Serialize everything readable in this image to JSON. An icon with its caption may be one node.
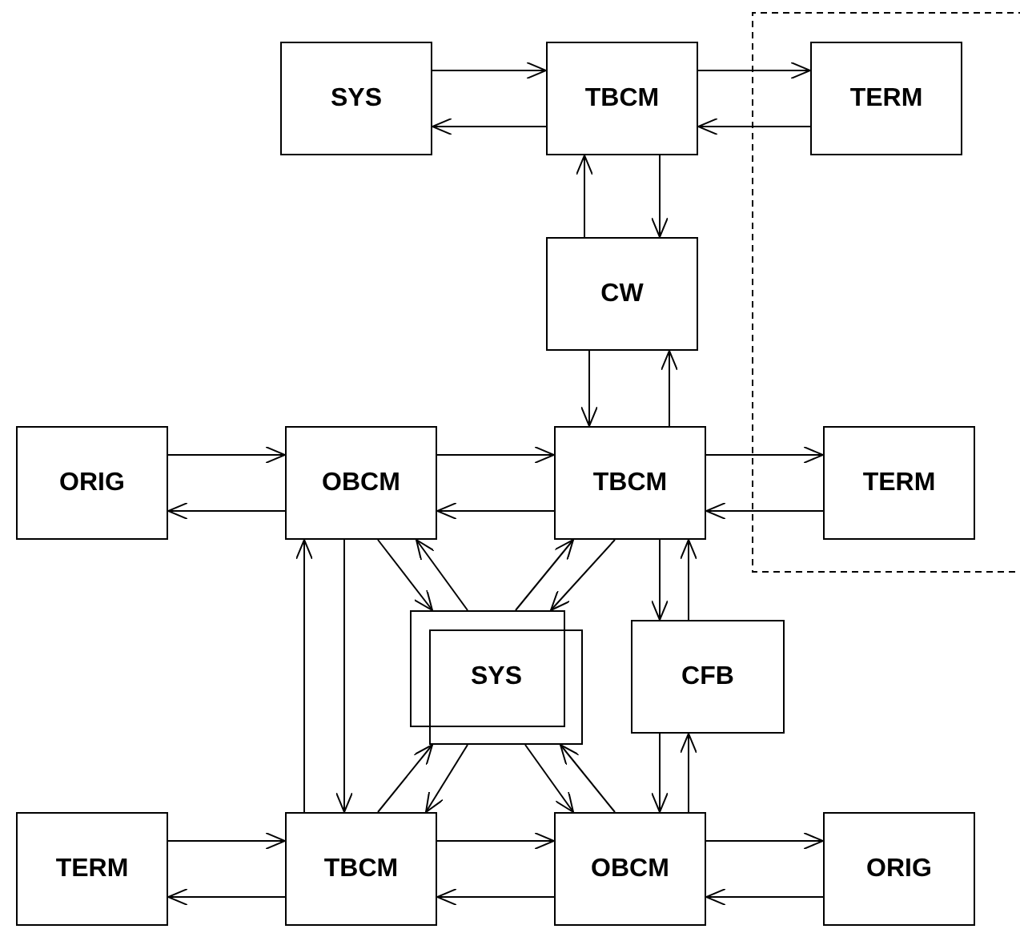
{
  "diagram": {
    "nodes": [
      {
        "text": [
          "SYS"
        ]
      },
      {
        "text": [
          "TBCM"
        ]
      },
      {
        "text": [
          "TERM"
        ]
      },
      {
        "text": [
          "CW"
        ]
      },
      {
        "text": [
          "ORIG"
        ]
      },
      {
        "text": [
          "OBCM"
        ]
      },
      {
        "text": [
          "TBCM"
        ]
      },
      {
        "text": [
          "TERM"
        ]
      },
      {
        "text": [
          "SYS"
        ]
      },
      {
        "text": [
          "CFB"
        ]
      },
      {
        "text": [
          "TERM"
        ]
      },
      {
        "text": [
          "TBCM"
        ]
      },
      {
        "text": [
          "OBCM"
        ]
      },
      {
        "text": [
          "ORIG"
        ]
      }
    ],
    "edges": [
      {
        "from": 0,
        "to": 1,
        "arrow": "to"
      },
      {
        "from": 1,
        "to": 0,
        "arrow": "to"
      },
      {
        "from": 1,
        "to": 2,
        "arrow": "to"
      },
      {
        "from": 2,
        "to": 1,
        "arrow": "to"
      },
      {
        "from": 1,
        "to": 3,
        "arrow": "to"
      },
      {
        "from": 3,
        "to": 1,
        "arrow": "to"
      },
      {
        "from": 3,
        "to": 6,
        "arrow": "to"
      },
      {
        "from": 6,
        "to": 3,
        "arrow": "to"
      },
      {
        "from": 4,
        "to": 5,
        "arrow": "to"
      },
      {
        "from": 5,
        "to": 4,
        "arrow": "to"
      },
      {
        "from": 5,
        "to": 6,
        "arrow": "to"
      },
      {
        "from": 6,
        "to": 5,
        "arrow": "to"
      },
      {
        "from": 6,
        "to": 7,
        "arrow": "to"
      },
      {
        "from": 7,
        "to": 6,
        "arrow": "to"
      },
      {
        "from": 5,
        "to": 8,
        "arrow": "to"
      },
      {
        "from": 8,
        "to": 5,
        "arrow": "to"
      },
      {
        "from": 6,
        "to": 8,
        "arrow": "to"
      },
      {
        "from": 8,
        "to": 6,
        "arrow": "to"
      },
      {
        "from": 6,
        "to": 9,
        "arrow": "to"
      },
      {
        "from": 9,
        "to": 6,
        "arrow": "to"
      },
      {
        "from": 5,
        "to": 11,
        "arrow": "to"
      },
      {
        "from": 11,
        "to": 5,
        "arrow": "to"
      },
      {
        "from": 8,
        "to": 11,
        "arrow": "to"
      },
      {
        "from": 11,
        "to": 8,
        "arrow": "to"
      },
      {
        "from": 8,
        "to": 12,
        "arrow": "to"
      },
      {
        "from": 12,
        "to": 8,
        "arrow": "to"
      },
      {
        "from": 9,
        "to": 12,
        "arrow": "to"
      },
      {
        "from": 12,
        "to": 9,
        "arrow": "to"
      },
      {
        "from": 10,
        "to": 11,
        "arrow": "to"
      },
      {
        "from": 11,
        "to": 10,
        "arrow": "to"
      },
      {
        "from": 11,
        "to": 12,
        "arrow": "to"
      },
      {
        "from": 12,
        "to": 11,
        "arrow": "to"
      },
      {
        "from": 12,
        "to": 13,
        "arrow": "to"
      },
      {
        "from": 13,
        "to": 12,
        "arrow": "to"
      }
    ]
  }
}
